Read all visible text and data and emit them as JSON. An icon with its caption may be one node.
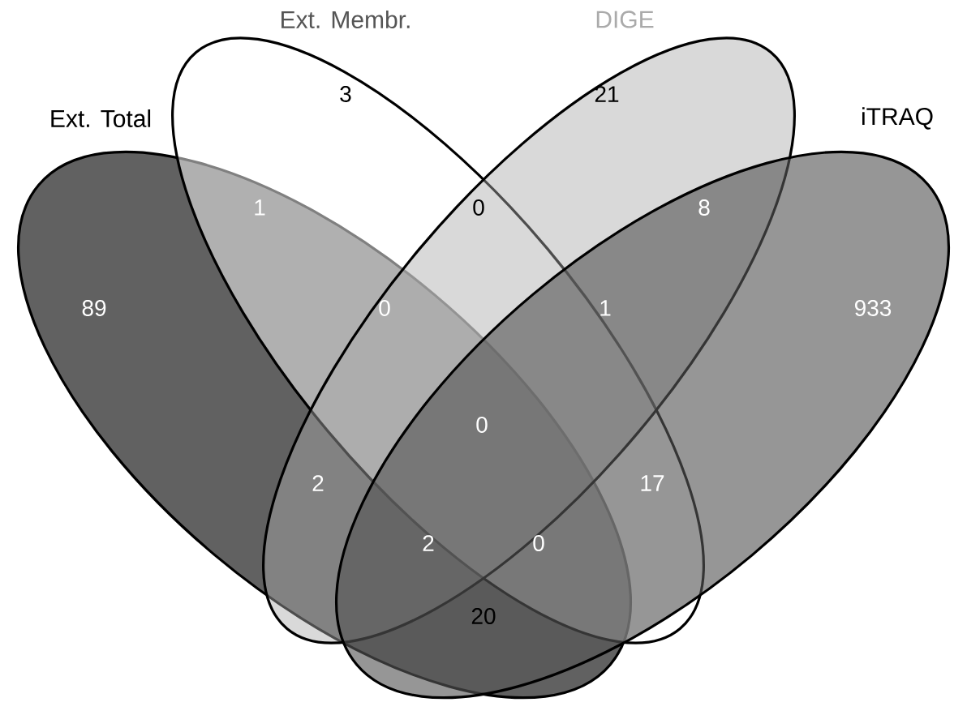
{
  "diagram": {
    "nodes": [
      {
        "text": [
          "Ext. Total"
        ]
      },
      {
        "text": [
          "Ext. Membr."
        ]
      },
      {
        "text": [
          "DIGE"
        ]
      },
      {
        "text": [
          "iTRAQ"
        ]
      }
    ],
    "labels": [
      "3",
      "21",
      "1",
      "0",
      "8",
      "89",
      "0",
      "1",
      "933",
      "0",
      "2",
      "17",
      "2",
      "0",
      "20"
    ]
  }
}
